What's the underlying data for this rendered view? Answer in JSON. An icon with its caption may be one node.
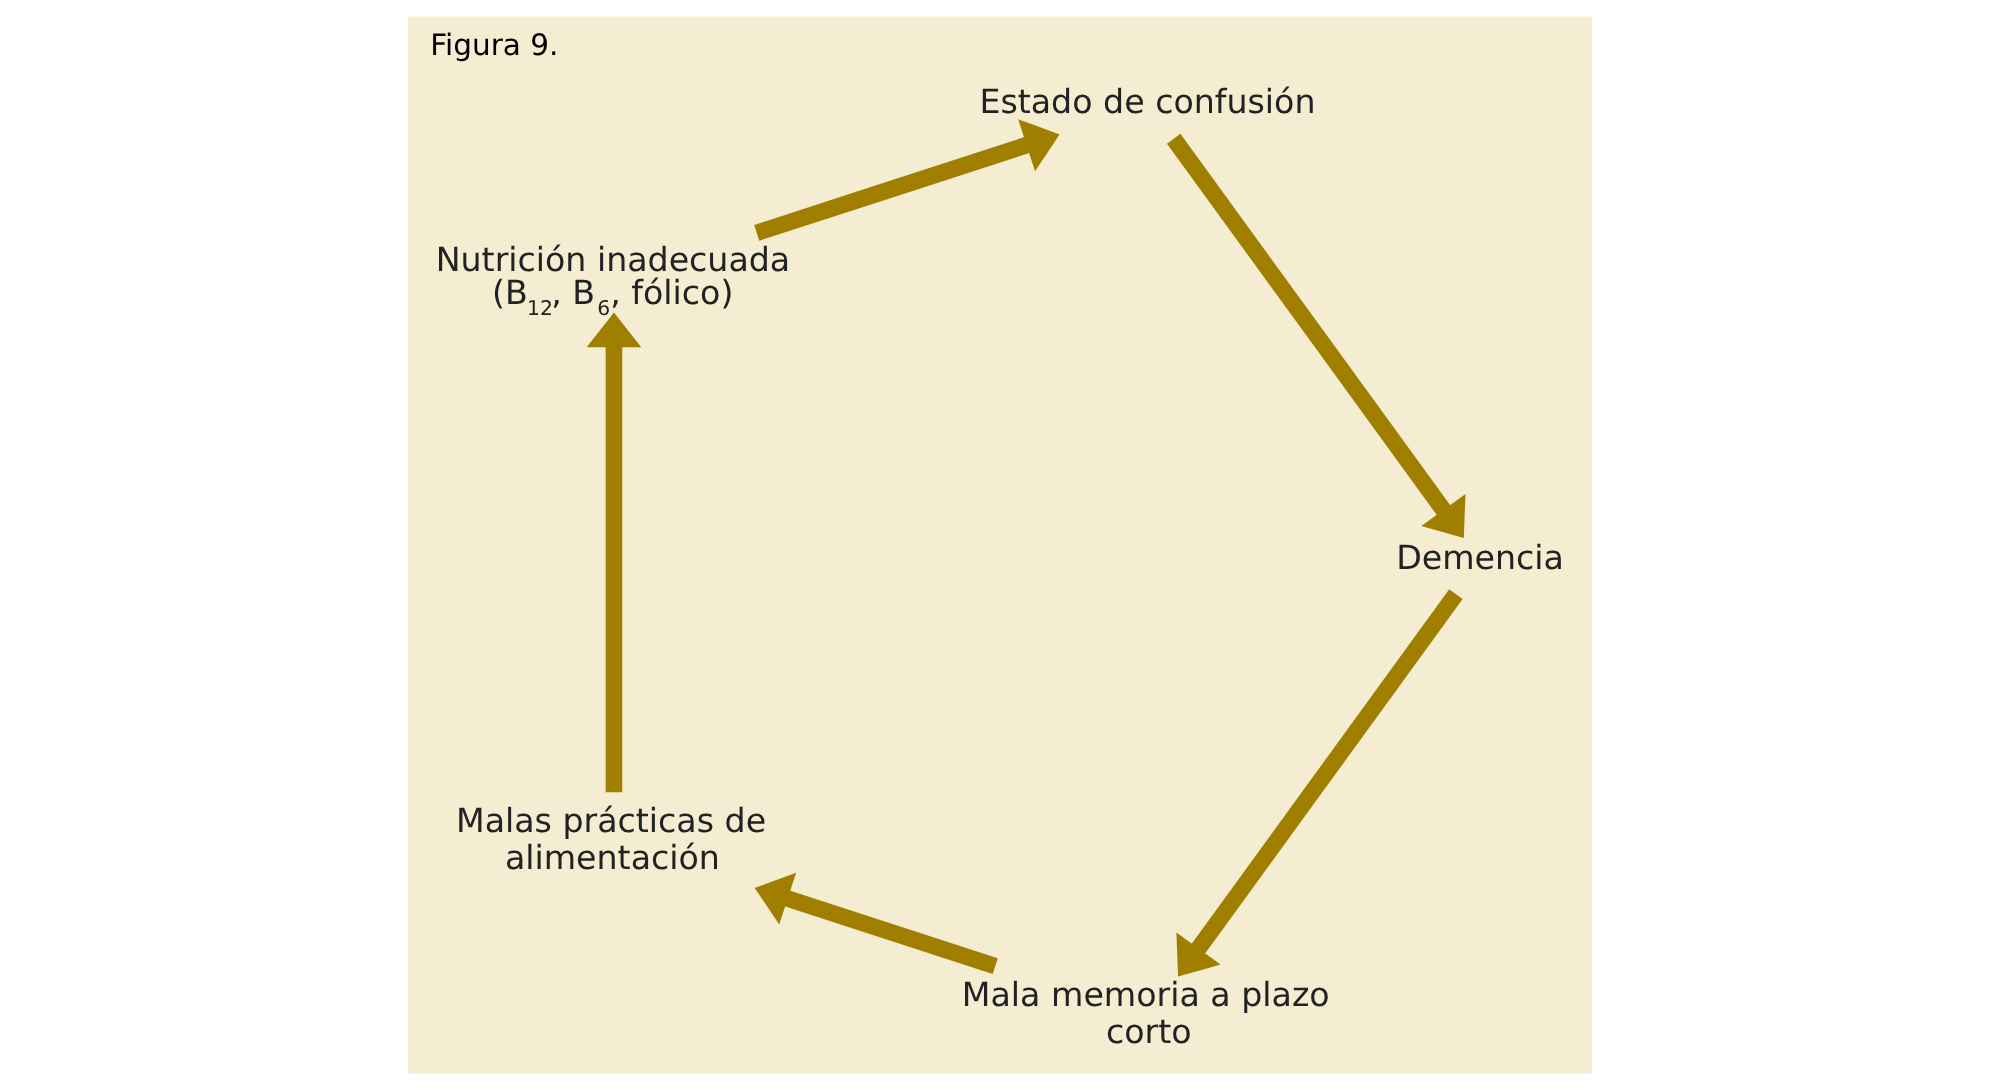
{
  "diagram": {
    "title": "Figura 9.",
    "nodes": [
      {
        "text": [
          "Mala memoria a plazo corto"
        ]
      },
      {
        "text": [
          "Malas prácticas de alimentación"
        ]
      },
      {
        "text": [
          "Nutrición inadecuada (B$_{12}$, B$_{6}$, fólico)"
        ]
      },
      {
        "text": [
          "Estado de confusión"
        ]
      },
      {
        "text": [
          "Demencia"
        ]
      }
    ],
    "edges": [
      {
        "from": 0,
        "to": 1,
        "arrow": "to"
      },
      {
        "from": 1,
        "to": 2,
        "arrow": "to"
      },
      {
        "from": 2,
        "to": 3,
        "arrow": "to"
      },
      {
        "from": 3,
        "to": 4,
        "arrow": "to"
      },
      {
        "from": 4,
        "to": 0,
        "arrow": "to"
      }
    ]
  }
}
